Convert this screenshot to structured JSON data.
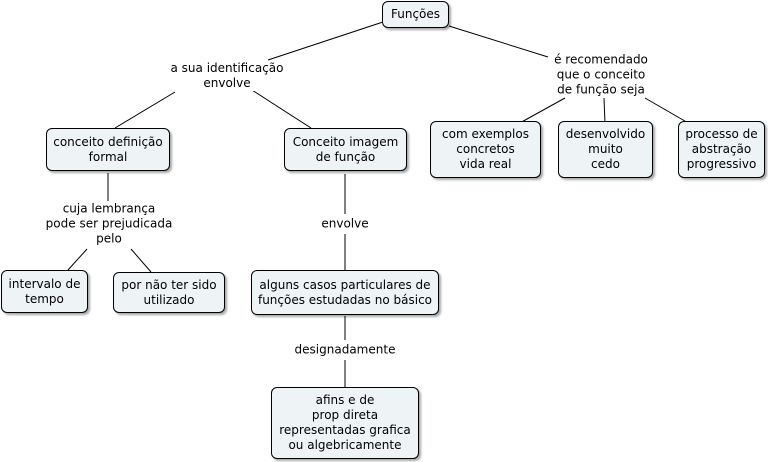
{
  "concepts": {
    "root": "Funções",
    "definicao": "conceito definição\nformal",
    "imagem": "Conceito imagem\nde função",
    "intervalo": "intervalo de\ntempo",
    "nao_utilizado": "por não ter sido\nutilizado",
    "casos": "alguns casos particulares de\nfunções estudadas no básico",
    "afins": "afins e de\nprop direta\nrepresentadas grafica\nou algebricamente",
    "exemplos": "com exemplos\nconcretos\nvida real",
    "desenvolvido": "desenvolvido\nmuito\ncedo",
    "abstracao": "processo de\nabstração\nprogressivo"
  },
  "links": {
    "identificacao": "a sua identificação\nenvolve",
    "recomendado": "é recomendado\nque o conceito\nde função seja",
    "lembranca": "cuja lembrança\npode ser prejudicada\npelo",
    "envolve": "envolve",
    "designadamente": "designadamente"
  }
}
